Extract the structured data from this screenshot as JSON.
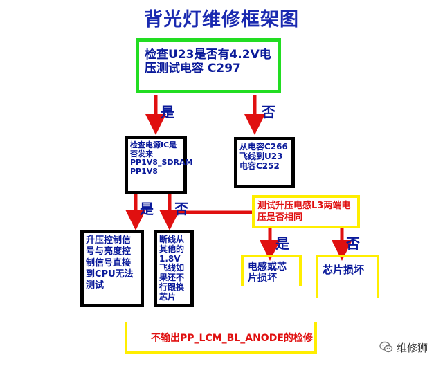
{
  "title": "背光灯维修框架图",
  "nodes": {
    "check_u23": "检查U23是否有4.2V电压测试电容 C297",
    "check_power_ic": "检查电源IC是否发来PP1V8_SDRAM PP1V8",
    "fly_wire_c266": "从电容C266飞线到U23电容C252",
    "boost_inductor_test": "测试升压电感L3两端电压是否相同",
    "boost_control_signal": "升压控制信号与亮度控制信号直接到CPU无法测试",
    "broken_line_fly": "断线从其他的1.8V飞线如果还不行跟换芯片",
    "inductor_or_chip_damaged": "电感或芯片损坏",
    "chip_damaged": "芯片损坏",
    "bottom_note": "不输出PP_LCM_BL_ANODE的检修"
  },
  "edge_labels": {
    "yes": "是",
    "no": "否"
  },
  "watermark": {
    "text": "维修狮",
    "icon": "wechat-icon"
  },
  "colors": {
    "arrow": "#e01010",
    "title": "#1a2ab0",
    "box_text": "#0a1a9a",
    "green_border": "#22dd22",
    "yellow_border": "#ffee00",
    "black_border": "#000000"
  }
}
